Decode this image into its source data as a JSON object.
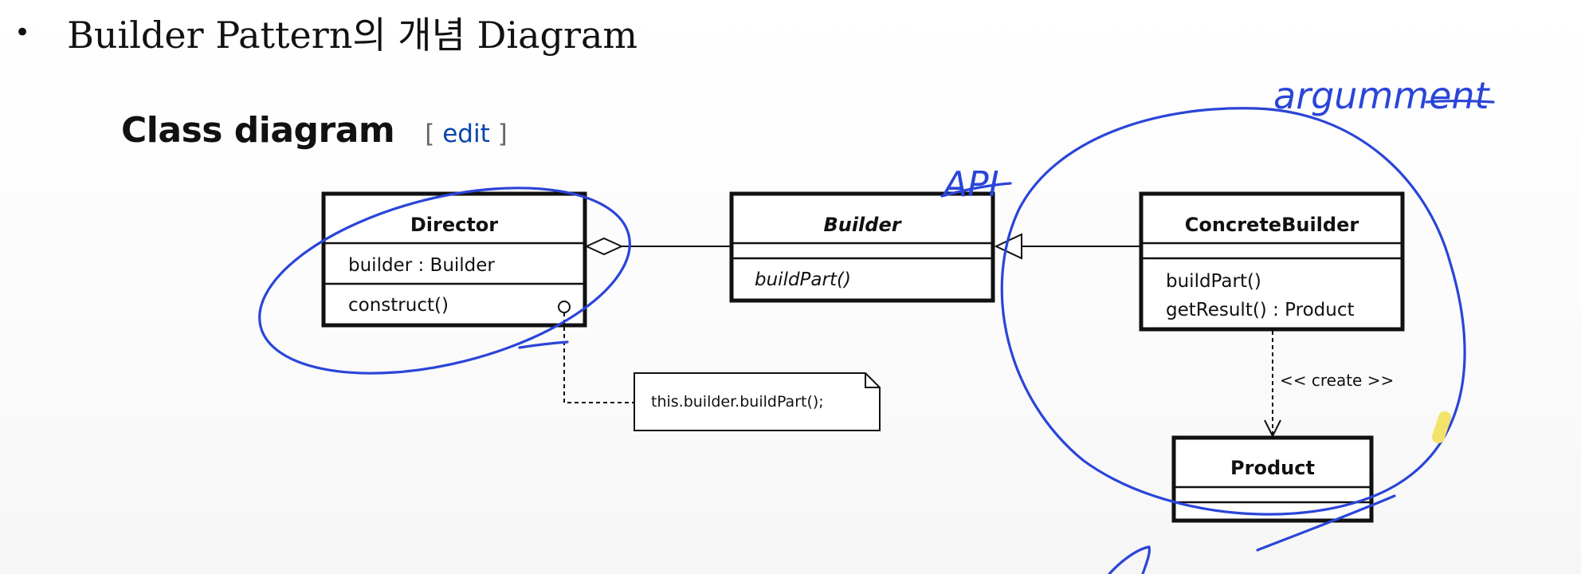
{
  "slide": {
    "bullet": "•",
    "heading": "Builder Pattern의 개념 Diagram"
  },
  "section": {
    "title": "Class diagram",
    "edit_open": "[ ",
    "edit_label": "edit",
    "edit_close": " ]"
  },
  "classes": {
    "director": {
      "name": "Director",
      "attributes": [
        "builder : Builder"
      ],
      "operations": [
        "construct()"
      ]
    },
    "builder": {
      "name": "Builder",
      "abstract": true,
      "operations": [
        "buildPart()"
      ]
    },
    "concrete_builder": {
      "name": "ConcreteBuilder",
      "operations": [
        "buildPart()",
        "getResult() : Product"
      ]
    },
    "product": {
      "name": "Product"
    }
  },
  "note": {
    "text": "this.builder.buildPart();"
  },
  "relations": {
    "create_label": "<< create >>"
  },
  "annotations": {
    "api": "API",
    "argument": "argumment"
  },
  "colors": {
    "ink": "#2a45d8",
    "highlight": "#f3e36a",
    "uml_stroke": "#111111"
  }
}
